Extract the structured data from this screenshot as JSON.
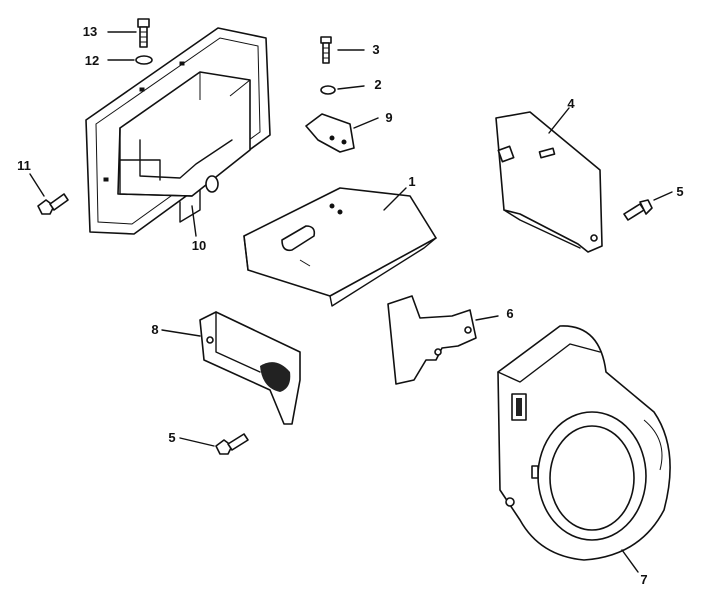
{
  "callouts": [
    {
      "id": "c1",
      "label": "1"
    },
    {
      "id": "c2",
      "label": "2"
    },
    {
      "id": "c3",
      "label": "3"
    },
    {
      "id": "c4",
      "label": "4"
    },
    {
      "id": "c5a",
      "label": "5"
    },
    {
      "id": "c5b",
      "label": "5"
    },
    {
      "id": "c6",
      "label": "6"
    },
    {
      "id": "c7",
      "label": "7"
    },
    {
      "id": "c8",
      "label": "8"
    },
    {
      "id": "c9",
      "label": "9"
    },
    {
      "id": "c10",
      "label": "10"
    },
    {
      "id": "c11",
      "label": "11"
    },
    {
      "id": "c12",
      "label": "12"
    },
    {
      "id": "c13",
      "label": "13"
    }
  ]
}
